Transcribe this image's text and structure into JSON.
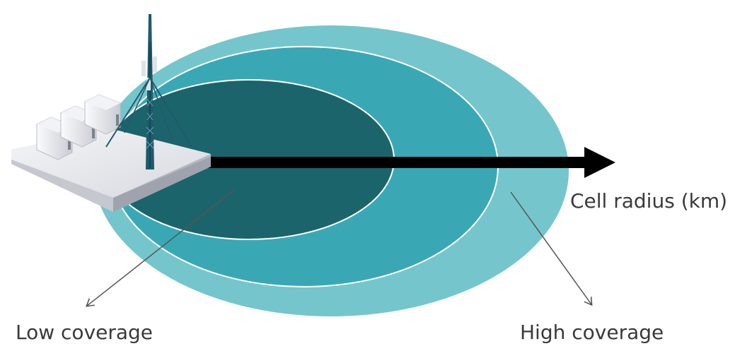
{
  "labels": {
    "axis": "Cell radius (km)",
    "low": "Low coverage",
    "high": "High coverage"
  },
  "colors": {
    "outer_ring": "#74c6cc",
    "middle_ring": "#3aa8b4",
    "inner_ring": "#1c646b",
    "ring_edge": "#ffffff",
    "arrow": "#000000",
    "pointer": "#555555",
    "platform_top": "#e9ebef",
    "platform_side": "#b4b7c0",
    "tower": "#1f5a6b"
  },
  "icons": [
    "base-station-icon",
    "cell-tower-icon",
    "equipment-cabinet-icon"
  ]
}
